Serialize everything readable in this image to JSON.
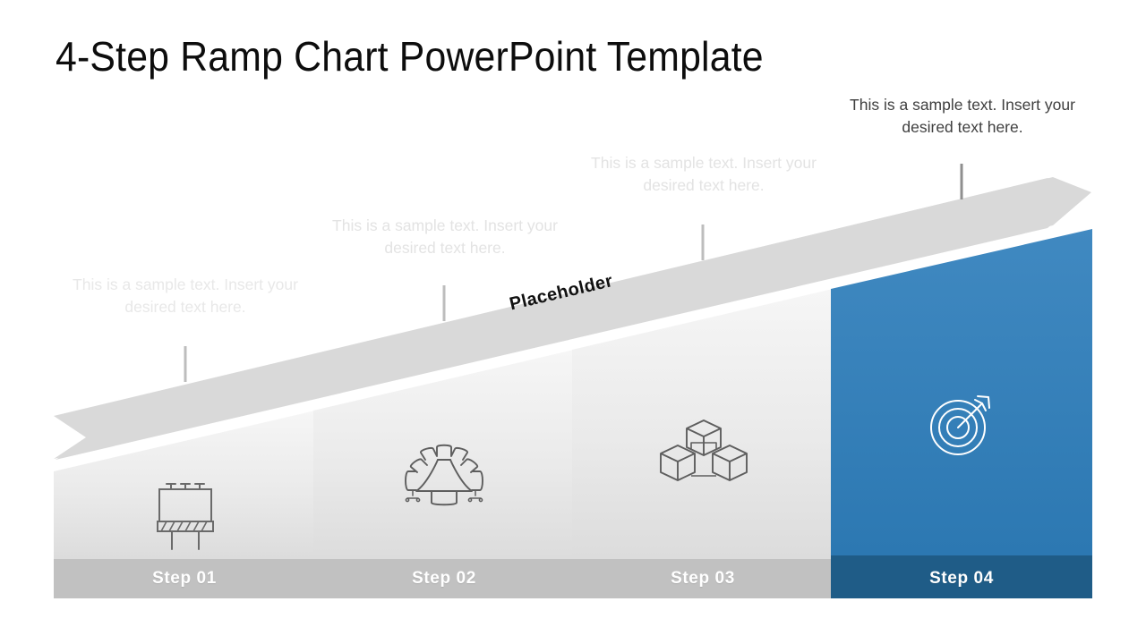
{
  "slide": {
    "title": "4-Step Ramp Chart PowerPoint Template",
    "ramp_label": "Placeholder",
    "background_color": "#FFFFFF"
  },
  "colors": {
    "accent_blue": "#3E87C0",
    "accent_blue_dark": "#2E7AB4",
    "footer_blue": "#1F5C87",
    "column_gray_top": "#F4F4F4",
    "column_gray_bottom": "#DEDEDE",
    "footer_gray": "#C1C1C1",
    "ramp_gray": "#D9D9D9",
    "title_text": "#0D0D0D",
    "callout_active_text": "#3F3F3F",
    "callout_muted_text": "#E5E5E5"
  },
  "steps": [
    {
      "id": "step-01",
      "label": "Step 01",
      "icon": "billboard-icon",
      "callout": "This is a sample text. Insert your desired text here.",
      "active": false
    },
    {
      "id": "step-02",
      "label": "Step 02",
      "icon": "conference-table-icon",
      "callout": "This is a sample text. Insert your desired text here.",
      "active": false
    },
    {
      "id": "step-03",
      "label": "Step 03",
      "icon": "cubes-icon",
      "callout": "This is a sample text. Insert your desired text here.",
      "active": false
    },
    {
      "id": "step-04",
      "label": "Step 04",
      "icon": "target-arrow-icon",
      "callout": "This is a sample text. Insert your desired text here.",
      "active": true
    }
  ],
  "chart_data": {
    "type": "bar",
    "title": "4-Step Ramp Chart PowerPoint Template",
    "categories": [
      "Step 01",
      "Step 02",
      "Step 03",
      "Step 04"
    ],
    "values": [
      1,
      2,
      3,
      4
    ],
    "value_meaning": "relative column height (ramp progression)",
    "xlabel": "",
    "ylabel": "",
    "legend": "none",
    "grid": false,
    "annotations": [
      "Placeholder"
    ]
  }
}
